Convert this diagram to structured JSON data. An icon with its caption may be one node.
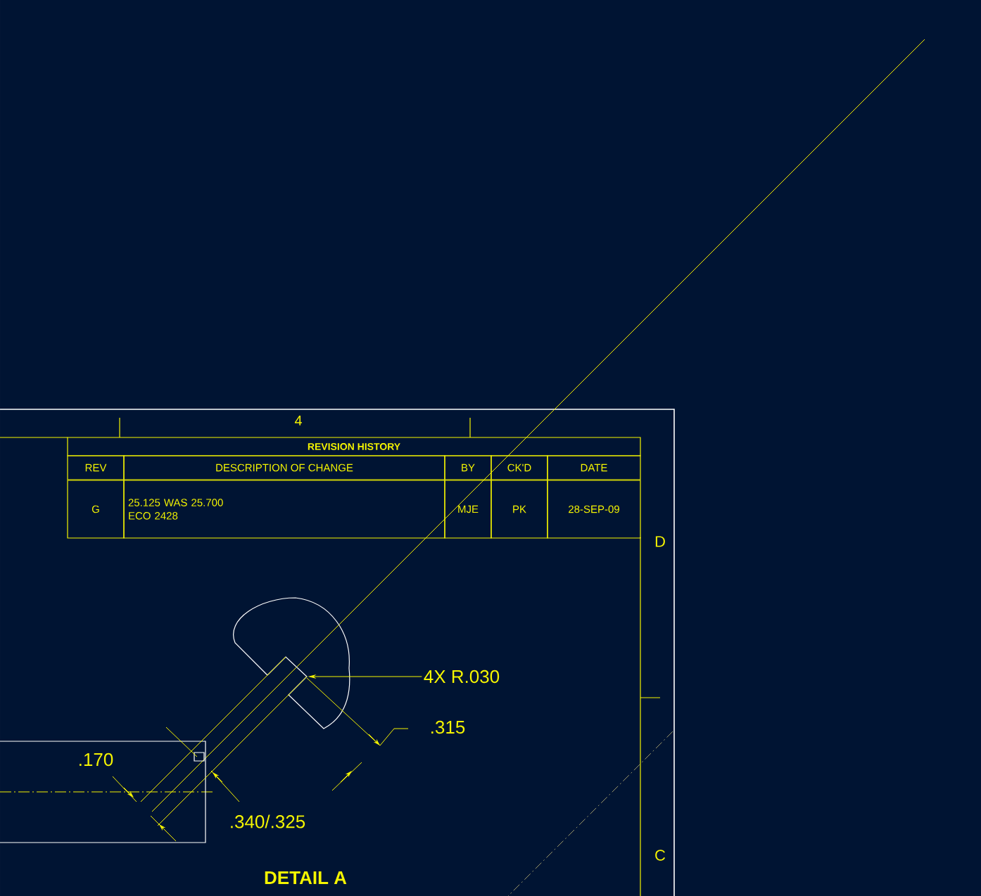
{
  "diagram": {
    "nodes": [
      {
        "text": [
          "4X R.030"
        ]
      },
      {
        "text": [],
        "shape": "picture"
      }
    ],
    "edges": [
      {
        "from": 0,
        "to": 1,
        "arrow": "to"
      }
    ],
    "labels": [
      "4",
      "REVISION HISTORY",
      "REV",
      "DESCRIPTION OF CHANGE",
      "BY",
      "CK'D",
      "DATE",
      "G",
      "25.125 WAS 25.700 ECO 2428",
      "MJE",
      "PK",
      "28-SEP-09",
      "D",
      ".315",
      ".170",
      ".340/.325",
      "C",
      "DETAIL A"
    ]
  }
}
